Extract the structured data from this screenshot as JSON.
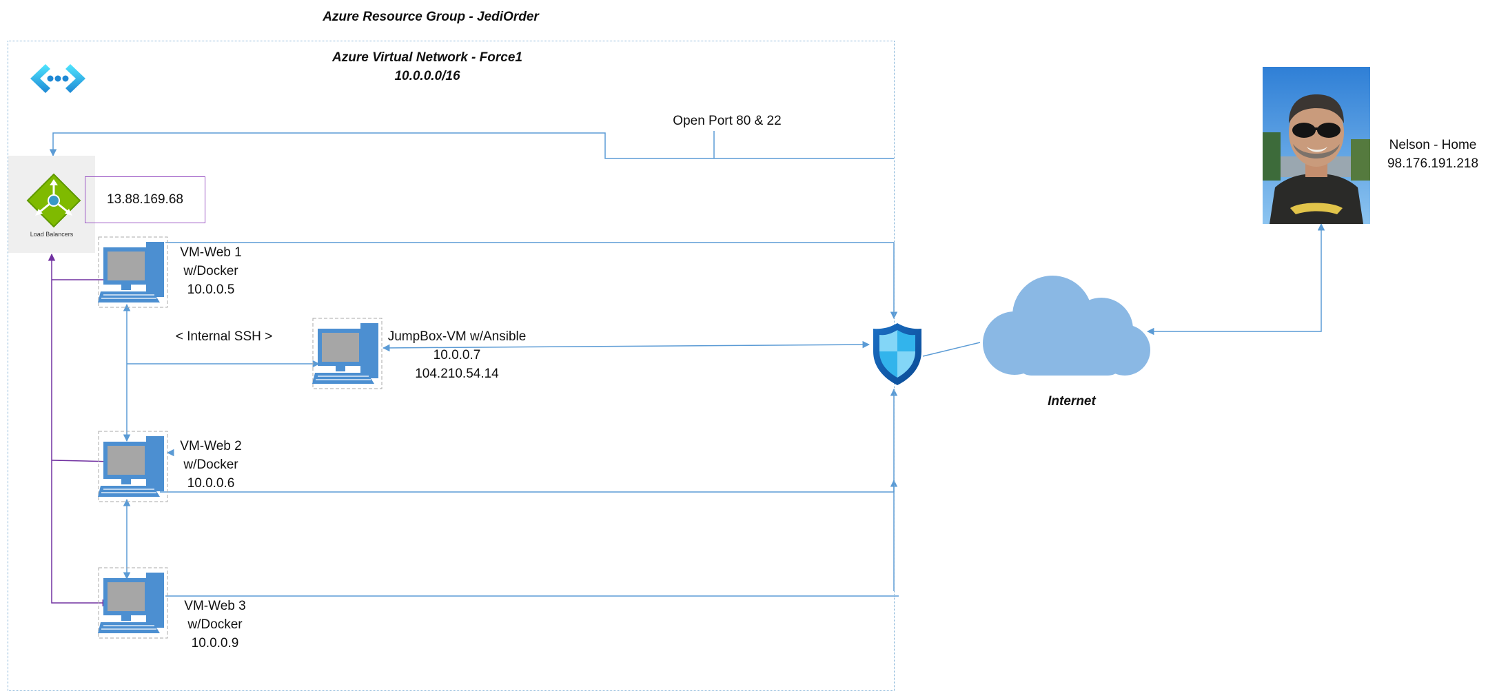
{
  "resource_group": {
    "title": "Azure Resource Group - JediOrder"
  },
  "vnet": {
    "title": "Azure Virtual Network - Force1",
    "cidr": "10.0.0.0/16",
    "icon": "virtual-network-icon"
  },
  "load_balancer": {
    "caption": "Load Balancers",
    "ip": "13.88.169.68",
    "icon": "load-balancer-icon"
  },
  "firewall": {
    "note": "Open Port 80 & 22",
    "icon": "network-security-shield-icon"
  },
  "vms": [
    {
      "name": "VM-Web 1",
      "sub": "w/Docker",
      "ip": "10.0.0.5"
    },
    {
      "name": "VM-Web 2",
      "sub": "w/Docker",
      "ip": "10.0.0.6"
    },
    {
      "name": "VM-Web 3",
      "sub": "w/Docker",
      "ip": "10.0.0.9"
    }
  ],
  "jumpbox": {
    "name": "JumpBox-VM w/Ansible",
    "ip_private": "10.0.0.7",
    "ip_public": "104.210.54.14"
  },
  "internal_ssh": "< Internal SSH >",
  "internet": {
    "label": "Internet",
    "icon": "cloud-icon"
  },
  "home": {
    "name": "Nelson - Home",
    "ip": "98.176.191.218"
  },
  "colors": {
    "link": "#5b9bd5",
    "lb_link": "#7030a0",
    "vnet_border": "#7fb0d6"
  }
}
